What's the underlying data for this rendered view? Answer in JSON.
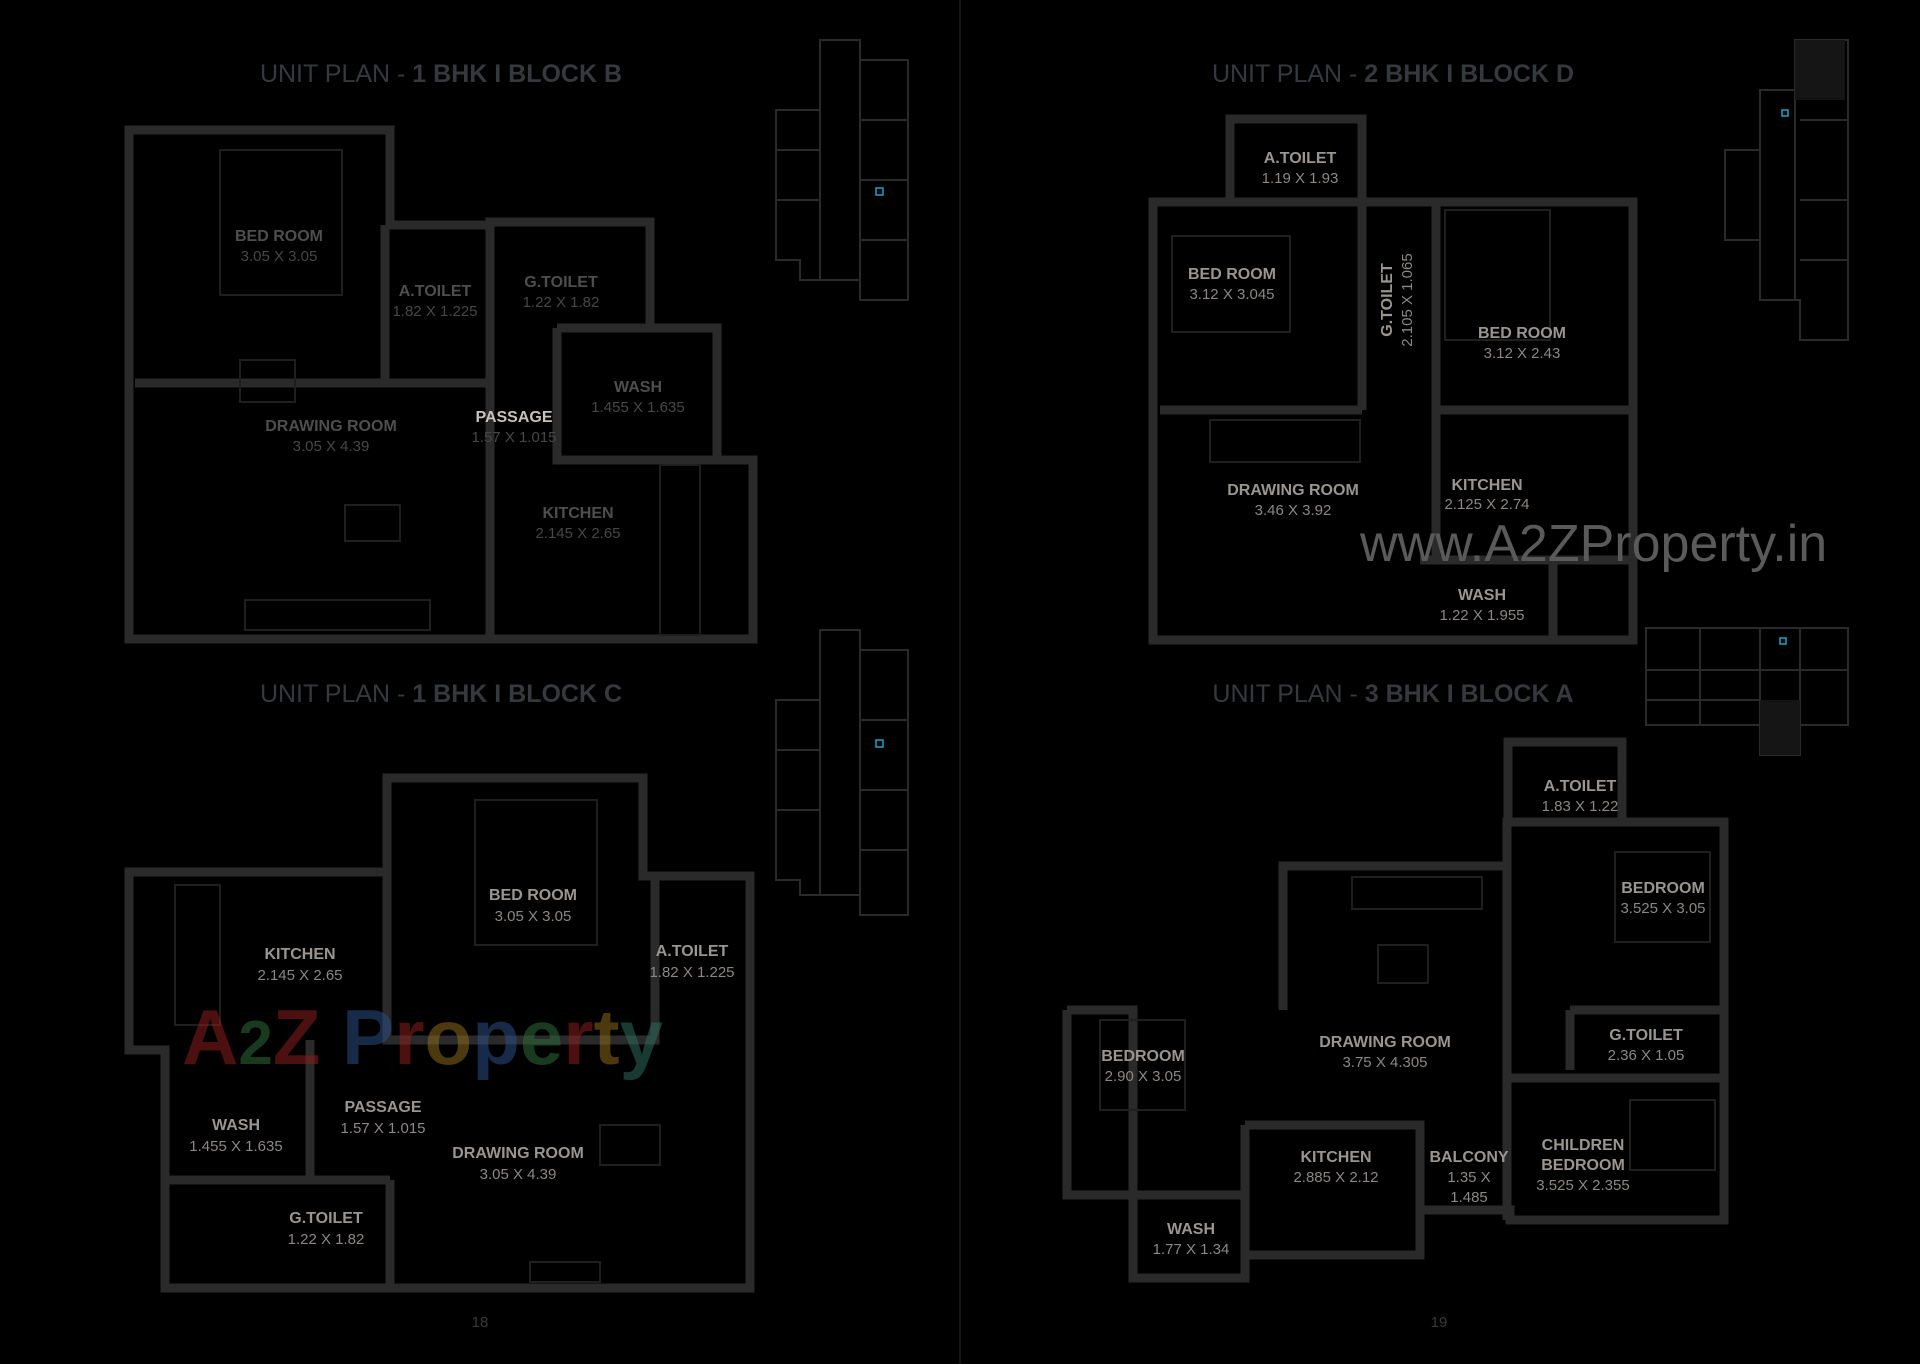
{
  "pages": [
    {
      "number": "18",
      "plans": [
        {
          "title_prefix": "UNIT PLAN - ",
          "title_bold": "1 BHK I BLOCK B",
          "rooms": [
            {
              "name": "BED ROOM",
              "dim": "3.05 X 3.05"
            },
            {
              "name": "A.TOILET",
              "dim": "1.82 X 1.225"
            },
            {
              "name": "G.TOILET",
              "dim": "1.22 X 1.82"
            },
            {
              "name": "WASH",
              "dim": "1.455 X 1.635"
            },
            {
              "name": "PASSAGE",
              "dim": "1.57 X 1.015"
            },
            {
              "name": "DRAWING ROOM",
              "dim": "3.05 X 4.39"
            },
            {
              "name": "KITCHEN",
              "dim": "2.145 X 2.65"
            }
          ]
        },
        {
          "title_prefix": "UNIT PLAN - ",
          "title_bold": "1 BHK I BLOCK C",
          "rooms": [
            {
              "name": "KITCHEN",
              "dim": "2.145 X 2.65"
            },
            {
              "name": "BED ROOM",
              "dim": "3.05 X 3.05"
            },
            {
              "name": "A.TOILET",
              "dim": "1.82 X 1.225"
            },
            {
              "name": "WASH",
              "dim": "1.455 X 1.635"
            },
            {
              "name": "PASSAGE",
              "dim": "1.57 X 1.015"
            },
            {
              "name": "DRAWING ROOM",
              "dim": "3.05 X 4.39"
            },
            {
              "name": "G.TOILET",
              "dim": "1.22 X 1.82"
            }
          ]
        }
      ]
    },
    {
      "number": "19",
      "plans": [
        {
          "title_prefix": "UNIT PLAN - ",
          "title_bold": "2 BHK I BLOCK D",
          "rooms": [
            {
              "name": "A.TOILET",
              "dim": "1.19 X 1.93"
            },
            {
              "name": "BED ROOM",
              "dim": "3.12 X 3.045"
            },
            {
              "name": "G.TOILET",
              "dim": "2.105 X 1.065"
            },
            {
              "name": "BED ROOM",
              "dim": "3.12 X 2.43"
            },
            {
              "name": "DRAWING ROOM",
              "dim": "3.46 X 3.92"
            },
            {
              "name": "KITCHEN",
              "dim": "2.125 X 2.74"
            },
            {
              "name": "WASH",
              "dim": "1.22 X 1.955"
            }
          ]
        },
        {
          "title_prefix": "UNIT PLAN - ",
          "title_bold": "3 BHK I BLOCK A",
          "rooms": [
            {
              "name": "A.TOILET",
              "dim": "1.83 X 1.22"
            },
            {
              "name": "BEDROOM",
              "dim": "3.525 X 3.05"
            },
            {
              "name": "G.TOILET",
              "dim": "2.36 X 1.05"
            },
            {
              "name": "DRAWING ROOM",
              "dim": "3.75 X 4.305"
            },
            {
              "name": "BEDROOM",
              "dim": "2.90 X 3.05"
            },
            {
              "name": "KITCHEN",
              "dim": "2.885 X 2.12"
            },
            {
              "name": "BALCONY",
              "dim_line1": "1.35 X",
              "dim_line2": "1.485"
            },
            {
              "name_line1": "CHILDREN",
              "name_line2": "BEDROOM",
              "dim": "3.525 X 2.355"
            },
            {
              "name": "WASH",
              "dim": "1.77 X 1.34"
            }
          ]
        }
      ]
    }
  ],
  "watermark": {
    "url": "www.A2ZProperty.in",
    "logo_text": "A2Z Property"
  },
  "colors": {
    "background": "#000000",
    "walls": "#2a2a2a",
    "logo_a": "#8b1e1e",
    "logo_2": "#2e6b3a",
    "logo_p": "#2a4f86",
    "logo_o": "#8a6a1a",
    "logo_e": "#2e6b3a",
    "logo_y": "#2e6b5a",
    "key_plan_highlight": "#1fa3c4"
  }
}
